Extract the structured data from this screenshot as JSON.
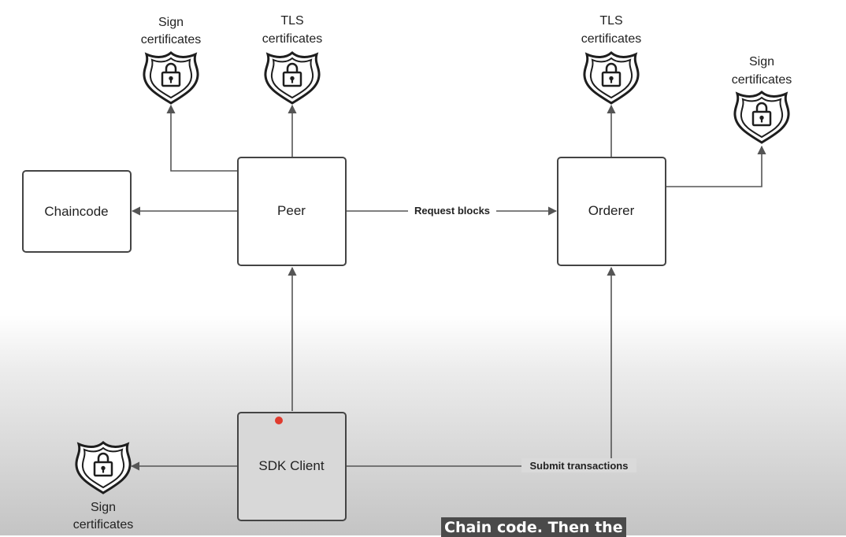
{
  "nodes": {
    "chaincode": "Chaincode",
    "peer": "Peer",
    "orderer": "Orderer",
    "sdk_client": "SDK Client"
  },
  "edge_labels": {
    "request_blocks": "Request blocks",
    "submit_transactions": "Submit transactions"
  },
  "certificates": {
    "peer_sign": [
      "Sign",
      "certificates"
    ],
    "peer_tls": [
      "TLS",
      "certificates"
    ],
    "orderer_tls": [
      "TLS",
      "certificates"
    ],
    "orderer_sign": [
      "Sign",
      "certificates"
    ],
    "client_sign": [
      "Sign",
      "certificates"
    ]
  },
  "icons": {
    "certificate": "shield-lock-icon",
    "pointer": "red-pointer-dot"
  },
  "colors": {
    "line": "#555555",
    "box_border": "#444444",
    "pointer": "#e03b2e",
    "caption_bg": "#4a4a4a"
  },
  "caption": "Chain code. Then the"
}
